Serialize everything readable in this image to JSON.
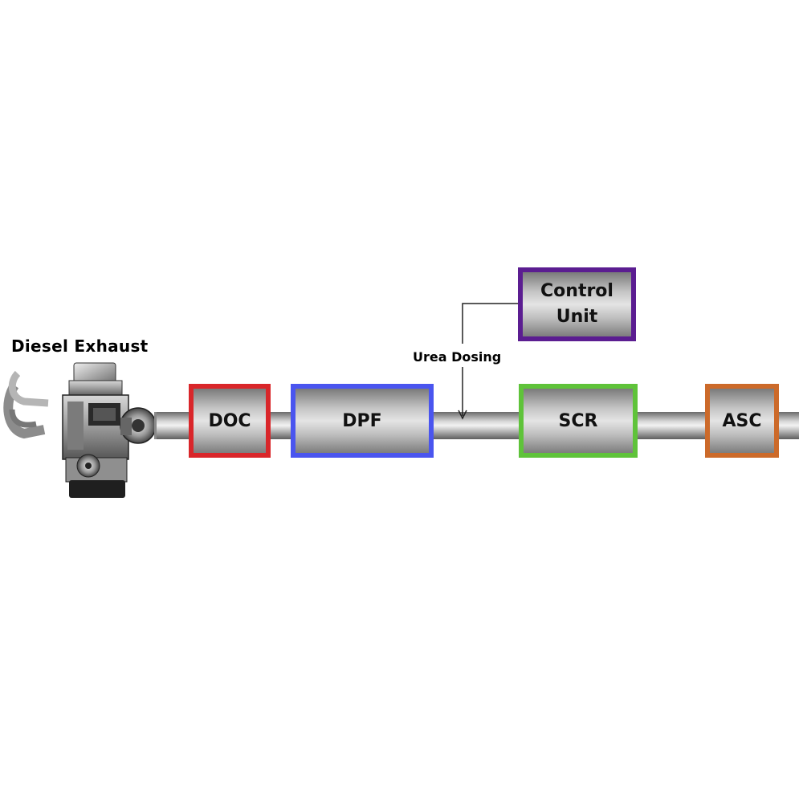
{
  "engine": {
    "title": "Diesel Exhaust",
    "icon": "diesel-engine-icon"
  },
  "dosing": {
    "label": "Urea Dosing"
  },
  "components": {
    "doc": {
      "label": "DOC",
      "border_color": "#d9262a"
    },
    "dpf": {
      "label": "DPF",
      "border_color": "#4a55ef"
    },
    "scr": {
      "label": "SCR",
      "border_color": "#5fc33a"
    },
    "asc": {
      "label": "ASC",
      "border_color": "#cc6a2a"
    },
    "control_unit": {
      "line1": "Control",
      "line2": "Unit",
      "border_color": "#5b1d91"
    }
  }
}
